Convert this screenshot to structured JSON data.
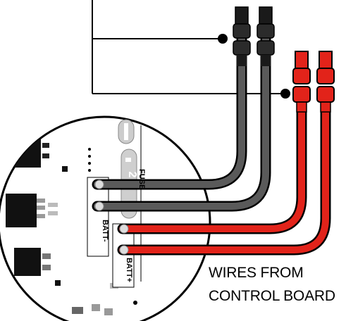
{
  "caption": {
    "line1": "WIRES FROM",
    "line2": "CONTROL BOARD"
  },
  "board": {
    "fuse_label": "FUSE",
    "fuse_value": "2",
    "terminal_neg": "BATT-",
    "terminal_pos": "BATT+"
  },
  "colors": {
    "black_wire": "#555555",
    "red_wire": "#e2231a",
    "connector_black": "#1a1a1a",
    "connector_red": "#e2231a"
  }
}
